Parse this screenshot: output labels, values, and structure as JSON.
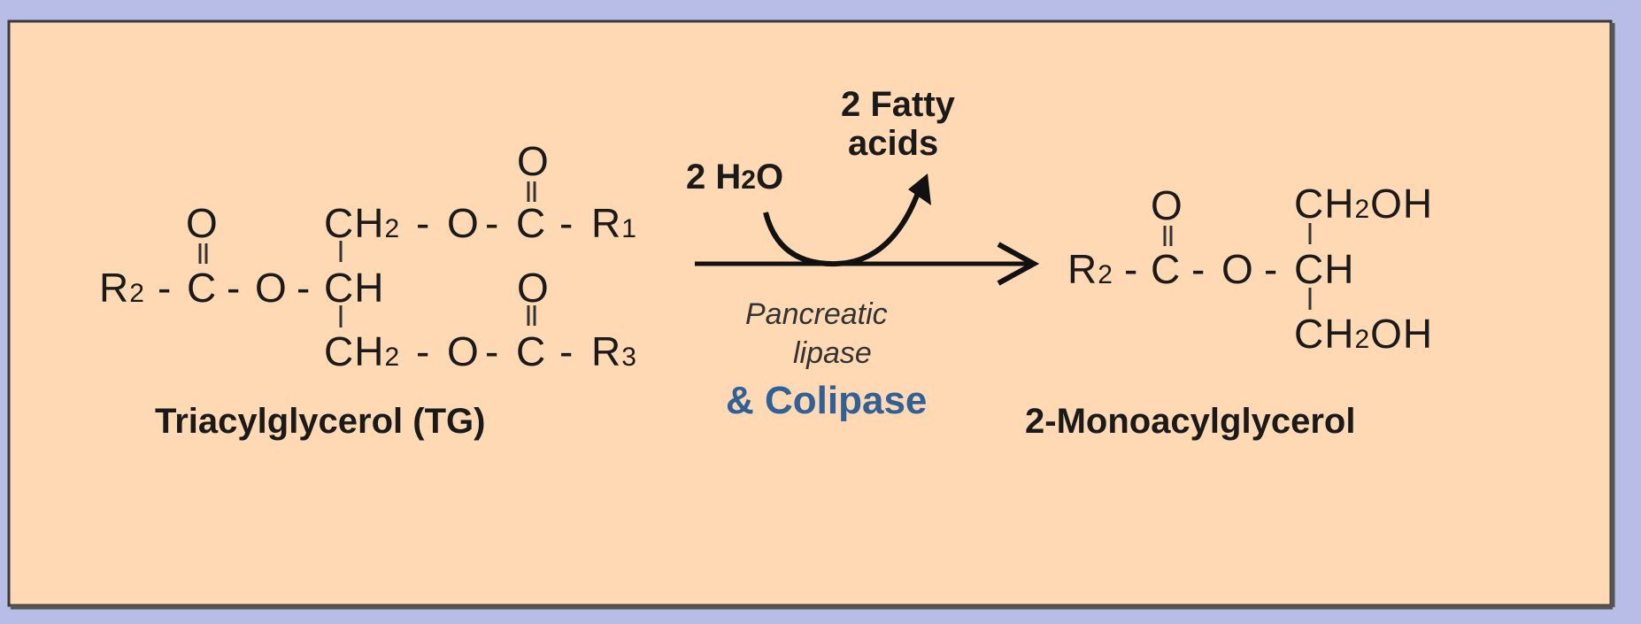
{
  "colors": {
    "frame_bg": "#b8bde8",
    "panel_fill": "#ffd9b3",
    "text": "#1a1a1a",
    "accent_blue": "#2f6096"
  },
  "reactant": {
    "label": "Triacylglycerol (TG)",
    "R2": "R",
    "R2_sub": "2",
    "R1": "R",
    "R1_sub": "1",
    "R3": "R",
    "R3_sub": "3",
    "C": "C",
    "O": "O",
    "CH": "CH",
    "CH2": "CH",
    "CH2_sub": "2"
  },
  "reaction": {
    "water": "2 H",
    "water_sub": "2",
    "water_O": "O",
    "fatty_line1": "2 Fatty",
    "fatty_line2": "acids",
    "enzyme_line1": "Pancreatic",
    "enzyme_line2": "lipase",
    "cofactor": "&  Colipase"
  },
  "product": {
    "label": "2-Monoacylglycerol",
    "R2": "R",
    "R2_sub": "2",
    "CH2OH_top": "CH",
    "CH2OH_top_sub": "2",
    "CH2OH_top_end": "OH",
    "CH": "CH",
    "CH2OH_bot": "CH",
    "CH2OH_bot_sub": "2",
    "CH2OH_bot_end": "OH",
    "C": "C",
    "O": "O"
  }
}
